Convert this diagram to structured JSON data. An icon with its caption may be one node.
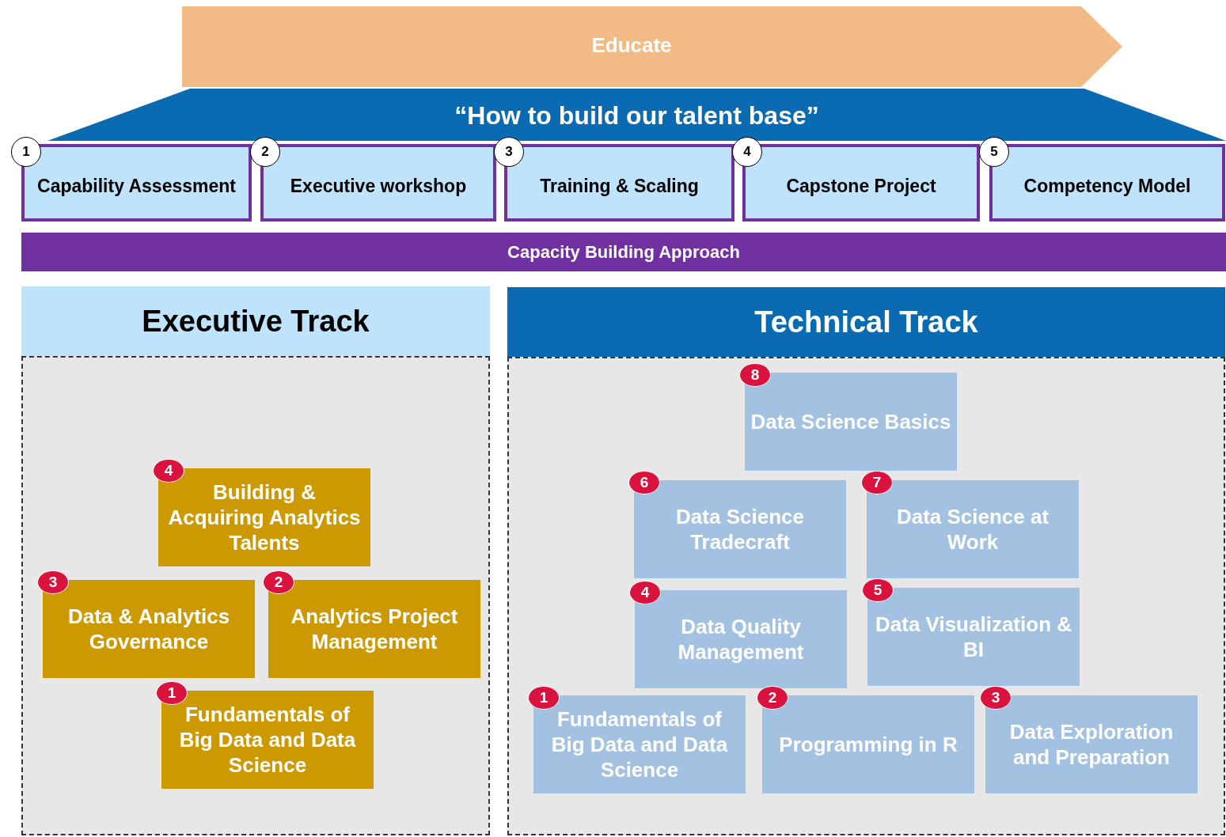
{
  "diagram": {
    "nodes": [
      {
        "text": [
          "Educate"
        ]
      },
      {
        "text": [
          "“How to build our talent base”"
        ]
      },
      {
        "text": [
          "1",
          "Capability Assessment"
        ]
      },
      {
        "text": [
          "2",
          "Executive workshop"
        ]
      },
      {
        "text": [
          "3",
          "Training & Scaling"
        ]
      },
      {
        "text": [
          "4",
          "Capstone Project"
        ]
      },
      {
        "text": [
          "5",
          "Competency Model"
        ]
      },
      {
        "text": [
          "Capacity Building Approach"
        ]
      },
      {
        "text": [
          "Executive Track"
        ]
      },
      {
        "text": [
          "4",
          "Building & Acquiring Analytics Talents"
        ],
        "in": 8
      },
      {
        "text": [
          "3",
          "Data & Analytics Governance"
        ],
        "in": 8
      },
      {
        "text": [
          "2",
          "Analytics Project Management"
        ],
        "in": 8
      },
      {
        "text": [
          "1",
          "Fundamentals of Big Data and Data Science"
        ],
        "in": 8
      },
      {
        "text": [
          "Technical Track"
        ]
      },
      {
        "text": [
          "8",
          "Data Science Basics"
        ],
        "in": 13
      },
      {
        "text": [
          "6",
          "Data Science Tradecraft"
        ],
        "in": 13
      },
      {
        "text": [
          "7",
          "Data Science at Work"
        ],
        "in": 13
      },
      {
        "text": [
          "4",
          "Data Quality Management"
        ],
        "in": 13
      },
      {
        "text": [
          "5",
          "Data Visualization & BI"
        ],
        "in": 13
      },
      {
        "text": [
          "1",
          "Fundamentals of Big Data and Data Science"
        ],
        "in": 13
      },
      {
        "text": [
          "2",
          "Programming in R"
        ],
        "in": 13
      },
      {
        "text": [
          "3",
          "Data Exploration and Preparation"
        ],
        "in": 13
      }
    ]
  }
}
